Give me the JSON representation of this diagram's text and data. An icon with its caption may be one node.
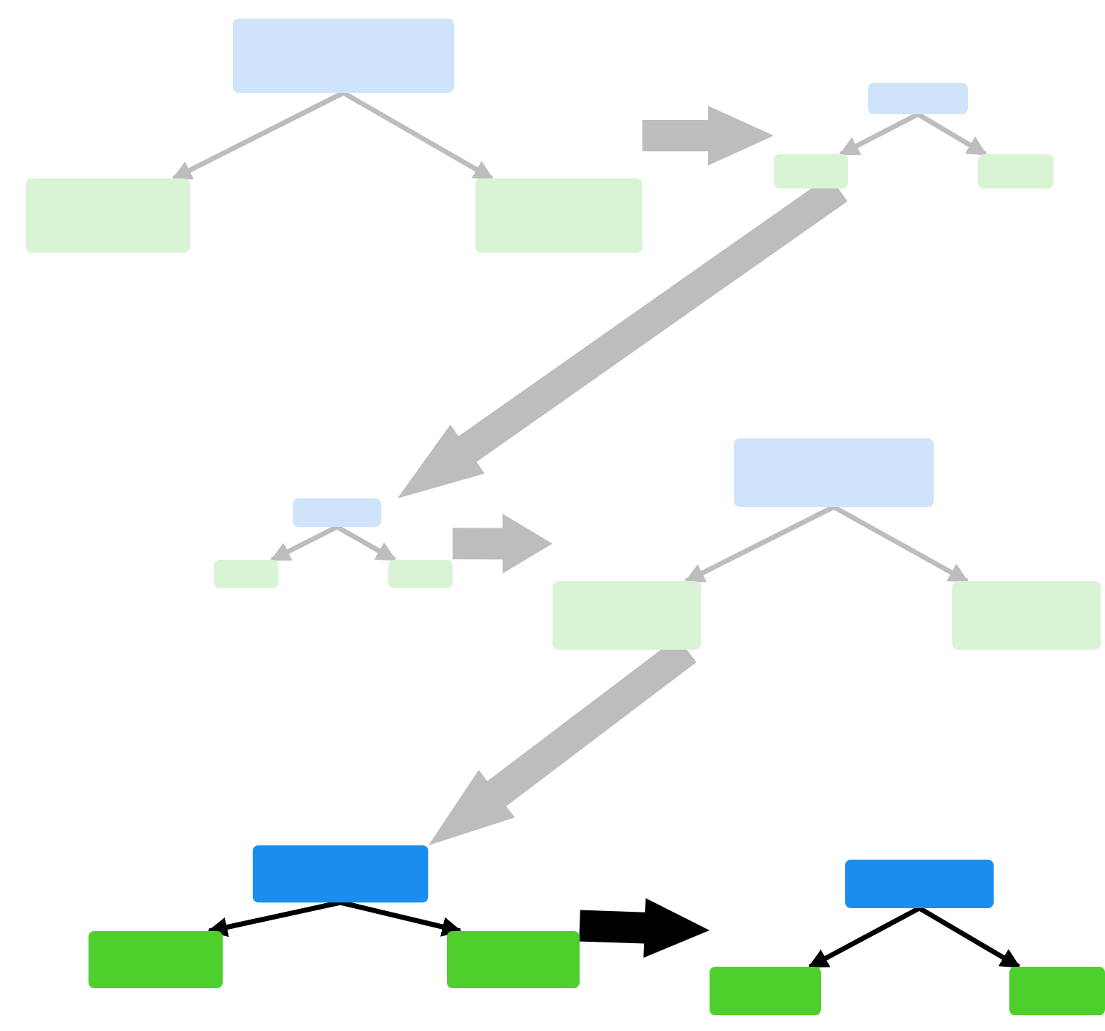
{
  "diagram": {
    "nodes": [
      {
        "text": [],
        "shape": "group"
      },
      {
        "text": [],
        "shape": "box",
        "in": 0
      },
      {
        "text": [],
        "shape": "box",
        "in": 0
      },
      {
        "text": [],
        "shape": "box",
        "in": 0
      },
      {
        "text": [],
        "shape": "group"
      },
      {
        "text": [],
        "shape": "box",
        "in": 4
      },
      {
        "text": [],
        "shape": "box",
        "in": 4
      },
      {
        "text": [],
        "shape": "box",
        "in": 4
      },
      {
        "text": [],
        "shape": "group"
      },
      {
        "text": [],
        "shape": "box",
        "in": 8
      },
      {
        "text": [],
        "shape": "box",
        "in": 8
      },
      {
        "text": [],
        "shape": "box",
        "in": 8
      },
      {
        "text": [],
        "shape": "group"
      },
      {
        "text": [],
        "shape": "box",
        "in": 12
      },
      {
        "text": [],
        "shape": "box",
        "in": 12
      },
      {
        "text": [],
        "shape": "box",
        "in": 12
      },
      {
        "text": [],
        "shape": "group"
      },
      {
        "text": [],
        "shape": "box",
        "in": 16
      },
      {
        "text": [],
        "shape": "box",
        "in": 16
      },
      {
        "text": [],
        "shape": "box",
        "in": 16
      },
      {
        "text": [],
        "shape": "group"
      },
      {
        "text": [],
        "shape": "box",
        "in": 20
      },
      {
        "text": [],
        "shape": "box",
        "in": 20
      },
      {
        "text": [],
        "shape": "box",
        "in": 20
      }
    ],
    "edges": [
      {
        "from": 1,
        "to": 2,
        "arrow": "to"
      },
      {
        "from": 1,
        "to": 3,
        "arrow": "to"
      },
      {
        "from": 0,
        "to": 4,
        "arrow": "to",
        "style": "thick"
      },
      {
        "from": 5,
        "to": 6,
        "arrow": "to"
      },
      {
        "from": 5,
        "to": 7,
        "arrow": "to"
      },
      {
        "from": 4,
        "to": 8,
        "arrow": "to",
        "style": "thick"
      },
      {
        "from": 9,
        "to": 10,
        "arrow": "to"
      },
      {
        "from": 9,
        "to": 11,
        "arrow": "to"
      },
      {
        "from": 8,
        "to": 12,
        "arrow": "to",
        "style": "thick"
      },
      {
        "from": 13,
        "to": 14,
        "arrow": "to"
      },
      {
        "from": 13,
        "to": 15,
        "arrow": "to"
      },
      {
        "from": 12,
        "to": 16,
        "arrow": "to",
        "style": "thick"
      },
      {
        "from": 17,
        "to": 18,
        "arrow": "to",
        "color": "#000000"
      },
      {
        "from": 17,
        "to": 19,
        "arrow": "to",
        "color": "#000000"
      },
      {
        "from": 16,
        "to": 20,
        "arrow": "to",
        "style": "thick",
        "color": "#000000"
      },
      {
        "from": 21,
        "to": 22,
        "arrow": "to",
        "color": "#000000"
      },
      {
        "from": 21,
        "to": 23,
        "arrow": "to",
        "color": "#000000"
      }
    ]
  }
}
